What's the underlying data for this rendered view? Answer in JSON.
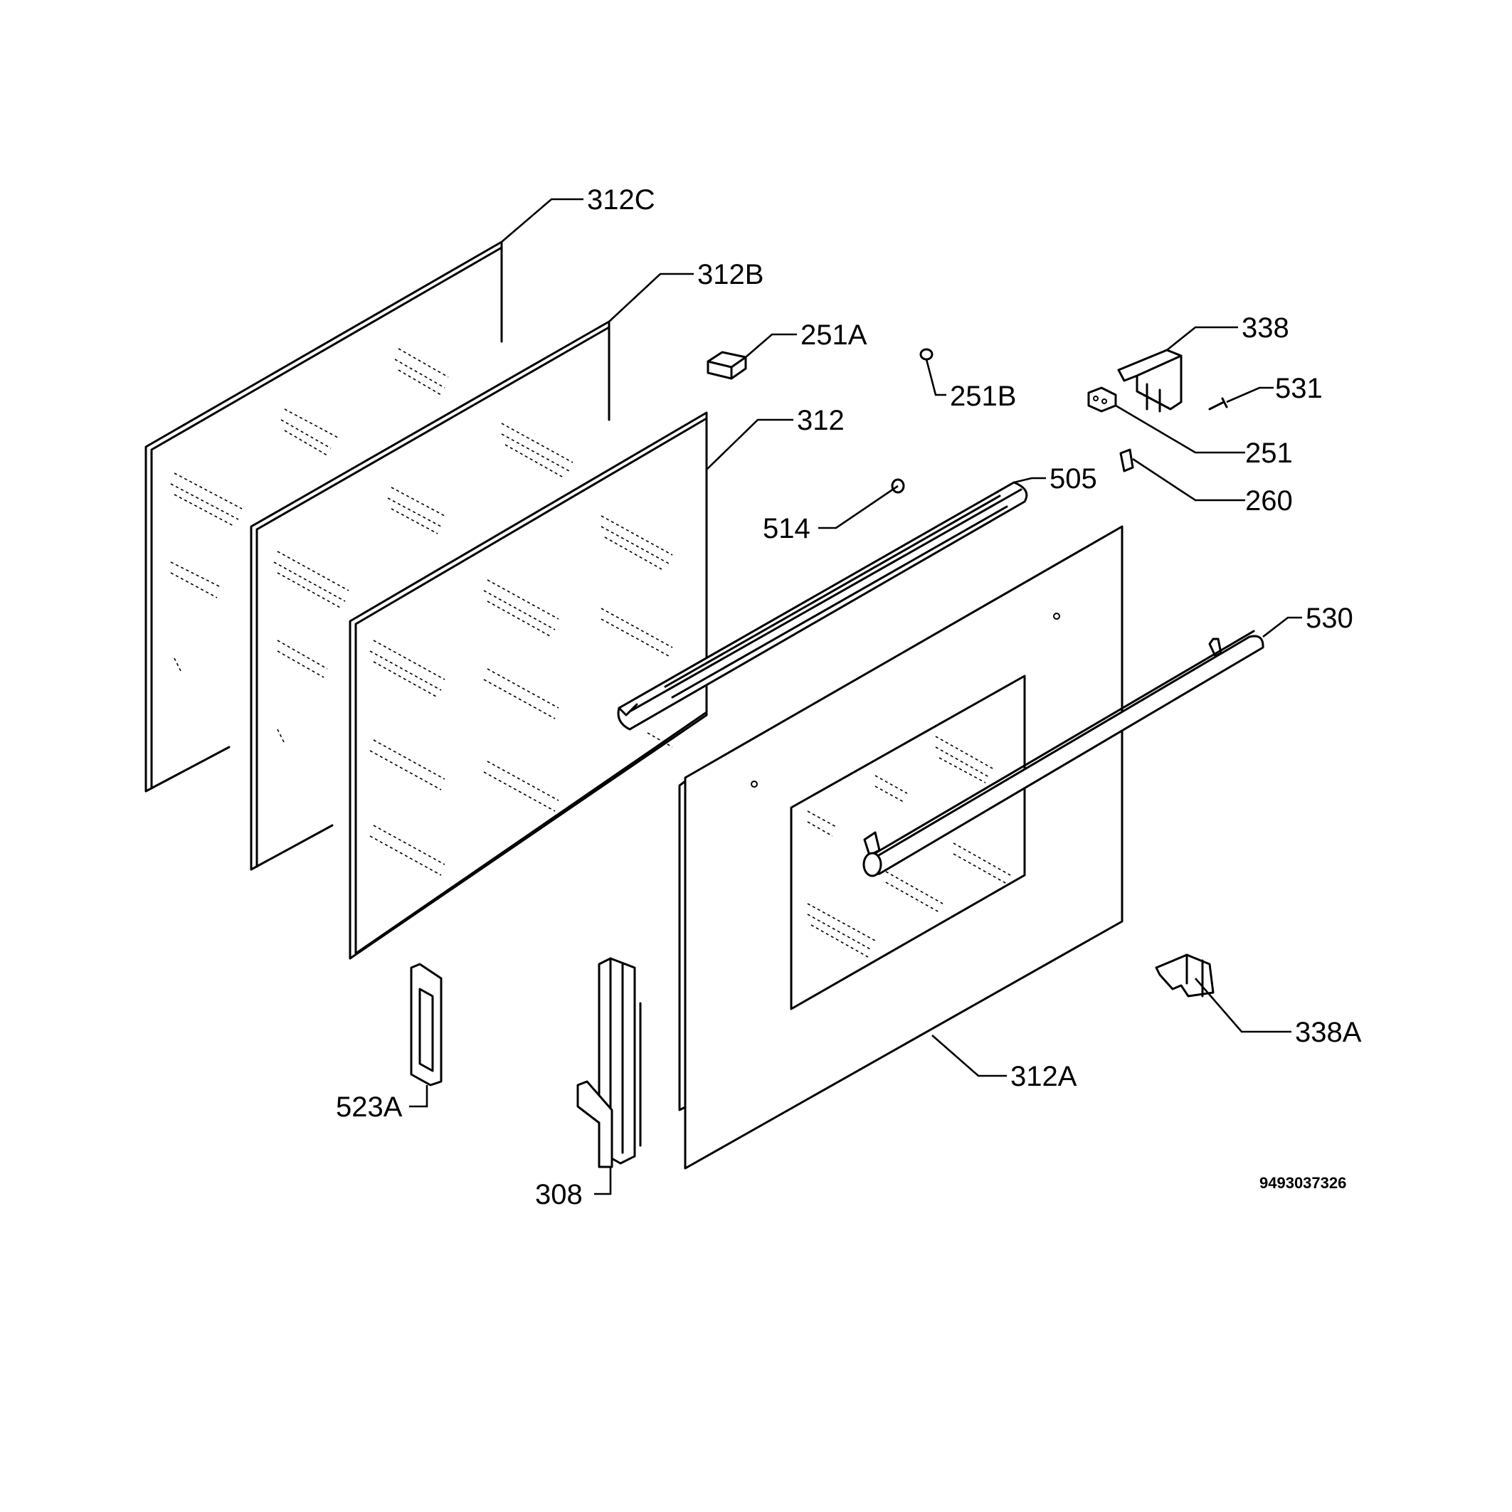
{
  "labels": {
    "p312C": "312C",
    "p312B": "312B",
    "p251A": "251A",
    "p251B": "251B",
    "p338": "338",
    "p531": "531",
    "p251": "251",
    "p260": "260",
    "p312": "312",
    "p505": "505",
    "p514": "514",
    "p530": "530",
    "p338A": "338A",
    "p312A": "312A",
    "p523A": "523A",
    "p308": "308"
  },
  "drawing_code": "9493037326"
}
